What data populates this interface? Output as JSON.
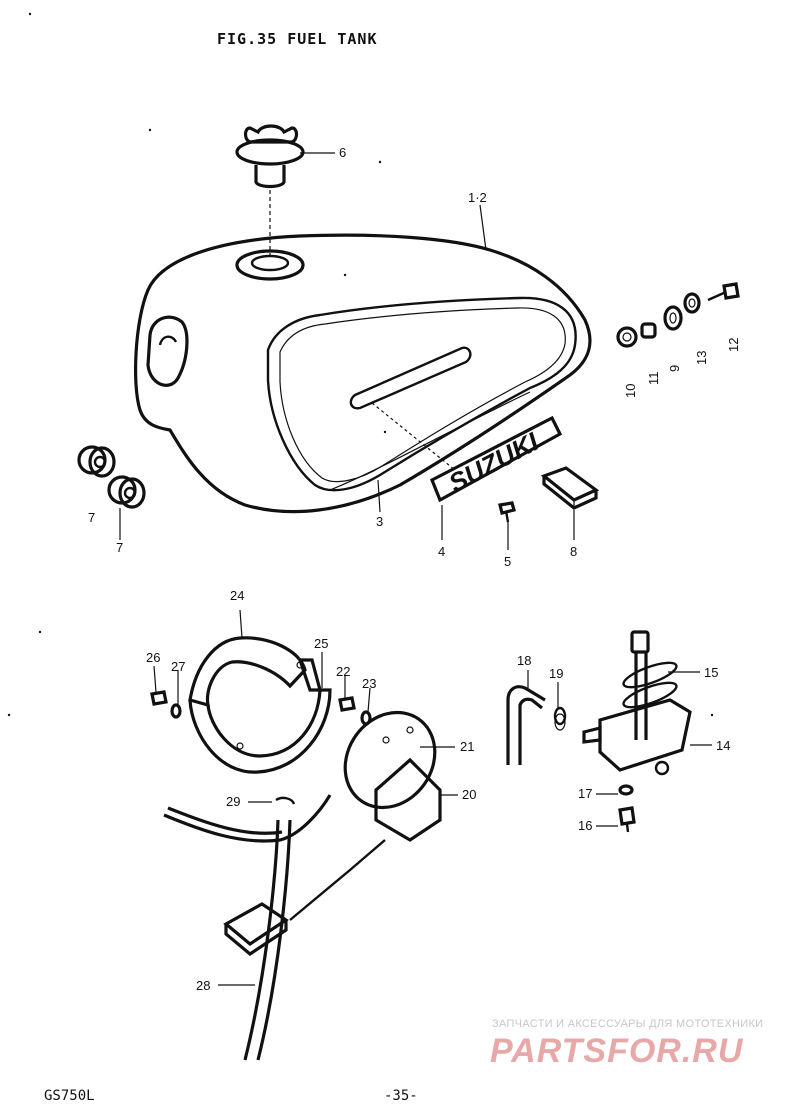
{
  "title": "FIG.35  FUEL TANK",
  "footer": {
    "model": "GS750L",
    "page": "-35-"
  },
  "watermark": {
    "line": "ЗАПЧАСТИ И АКСЕССУАРЫ ДЛЯ МОТОТЕХНИКИ",
    "logo": "PARTSFOR.RU"
  },
  "emblem_text": "SUZUKI",
  "callouts": {
    "c6": "6",
    "c1_2": "1·2",
    "c3": "3",
    "c4": "4",
    "c5": "5",
    "c7a": "7",
    "c7b": "7",
    "c8": "8",
    "c9": "9",
    "c10": "10",
    "c11": "11",
    "c12": "12",
    "c13": "13",
    "c14": "14",
    "c15": "15",
    "c16": "16",
    "c17": "17",
    "c18": "18",
    "c19": "19",
    "c20": "20",
    "c21": "21",
    "c22": "22",
    "c23": "23",
    "c24": "24",
    "c25": "25",
    "c26": "26",
    "c27": "27",
    "c28": "28",
    "c29": "29"
  }
}
